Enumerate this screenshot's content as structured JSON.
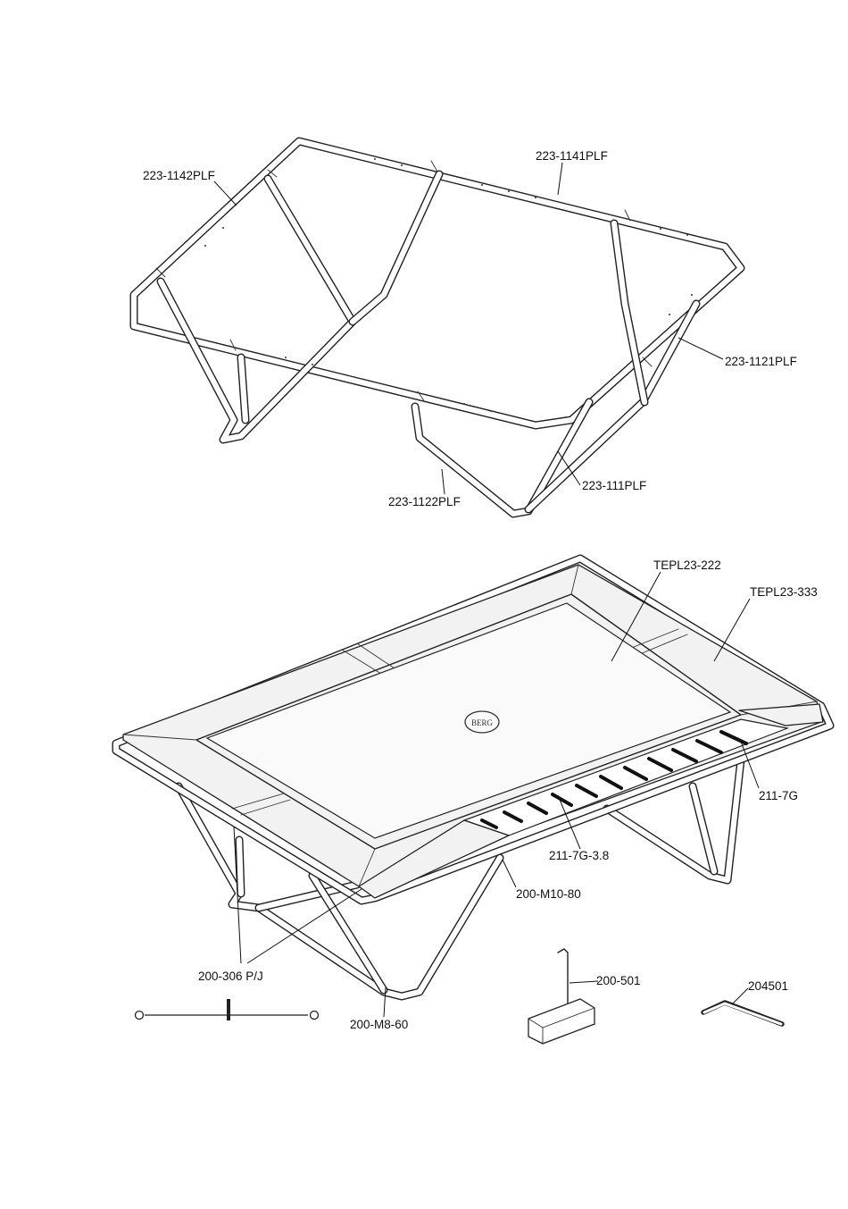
{
  "labels": {
    "frame_side_long": "223-1141PLF",
    "frame_side_short": "223-1142PLF",
    "frame_end_right": "223-1121PLF",
    "leg_front": "223-1122PLF",
    "leg_rear": "223-111PLF",
    "mat": "TEPL23-222",
    "pad": "TEPL23-333",
    "spring": "211-7G",
    "spring_length": "211-7G-3.8",
    "bolt_m10": "200-M10-80",
    "bungee": "200-306 P/J",
    "bolt_m8": "200-M8-60",
    "t_tool": "200-501",
    "allen_key": "204501"
  },
  "logo_text": "BERG",
  "colors": {
    "line": "#222222",
    "background": "#ffffff",
    "spring": "#111111"
  }
}
